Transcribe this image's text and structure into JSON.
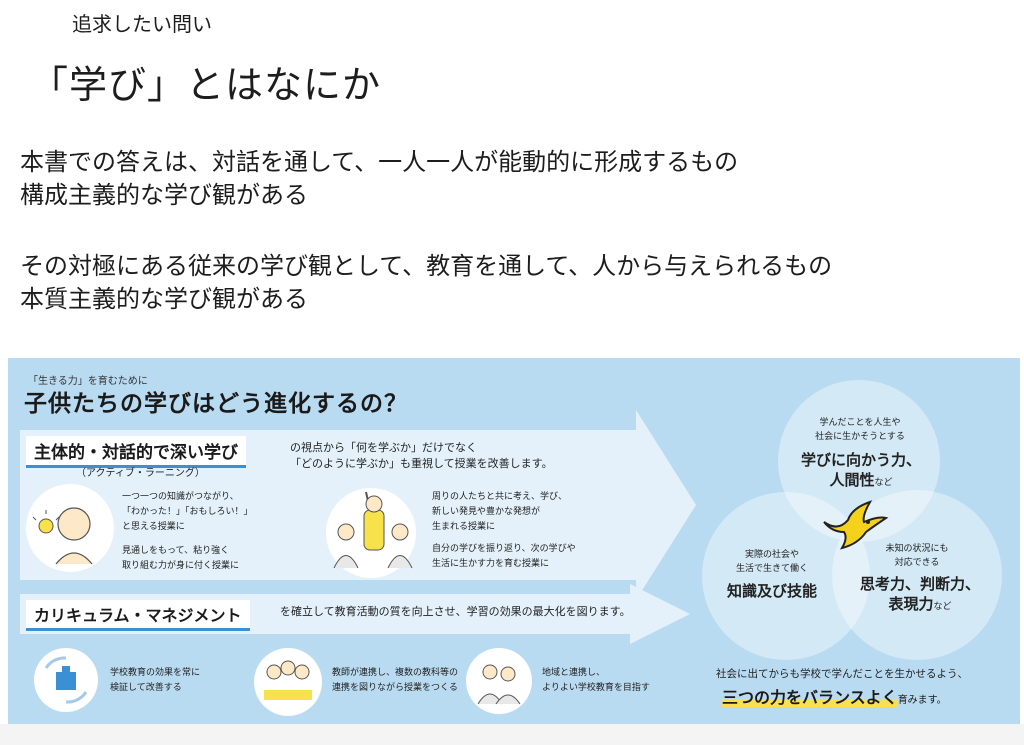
{
  "slide": {
    "subtitle": "追求したい問い",
    "title": "「学び」とはなにか",
    "para1_line1": "本書での答えは、対話を通して、一人一人が能動的に形成するもの",
    "para1_line2": "構成主義的な学び観がある",
    "para2_line1": "その対極にある従来の学び観として、教育を通して、人から与えられるもの",
    "para2_line2": "本質主義的な学び観がある"
  },
  "infographic": {
    "tag": "「生きる力」を育むために",
    "heading": "子供たちの学びはどう進化するの？",
    "active_title": "主体的・対話的で深い学び",
    "active_sub": "（アクティブ・ラーニング）",
    "active_desc1": "の視点から「何を学ぶか」だけでなく",
    "active_desc2": "「どのように学ぶか」も重視して授業を改善します。",
    "left_text1a": "一つ一つの知識がつながり、",
    "left_text1b": "「わかった！」「おもしろい！」",
    "left_text1c": "と思える授業に",
    "left_text2a": "見通しをもって、粘り強く",
    "left_text2b": "取り組む力が身に付く授業に",
    "mid_text1a": "周りの人たちと共に考え、学び、",
    "mid_text1b": "新しい発見や豊かな発想が",
    "mid_text1c": "生まれる授業に",
    "mid_text2a": "自分の学びを振り返り、次の学びや",
    "mid_text2b": "生活に生かす力を育む授業に",
    "curriculum_title": "カリキュラム・マネジメント",
    "curriculum_desc": "を確立して教育活動の質を向上させ、学習の効果の最大化を図ります。",
    "cm1a": "学校教育の効果を常に",
    "cm1b": "検証して改善する",
    "cm2a": "教師が連携し、複数の教科等の",
    "cm2b": "連携を図りながら授業をつくる",
    "cm3a": "地域と連携し、",
    "cm3b": "よりよい学校教育を目指す",
    "venn_top_small1": "学んだことを人生や",
    "venn_top_small2": "社会に生かそうとする",
    "venn_top_big1": "学びに向かう力、",
    "venn_top_big2": "人間性",
    "venn_top_nado": "など",
    "venn_left_small1": "実際の社会や",
    "venn_left_small2": "生活で生きて働く",
    "venn_left_big": "知識及び技能",
    "venn_right_small1": "未知の状況にも",
    "venn_right_small2": "対応できる",
    "venn_right_big1": "思考力、判断力、",
    "venn_right_big2": "表現力",
    "venn_right_nado": "など",
    "footer1": "社会に出てからも学校で学んだことを生かせるよう、",
    "footer2_big": "三つの力をバランスよく",
    "footer2_small": "育みます。"
  },
  "colors": {
    "panel": "#b9dbf1",
    "arrow": "#e4f1fa",
    "accent_blue": "#3b8fd3",
    "bird_yellow": "#f4d21c"
  },
  "icons": [
    "person-with-bulb-icon",
    "students-raising-hand-icon",
    "school-building-icon",
    "teachers-group-icon",
    "community-icon",
    "bird-icon"
  ]
}
